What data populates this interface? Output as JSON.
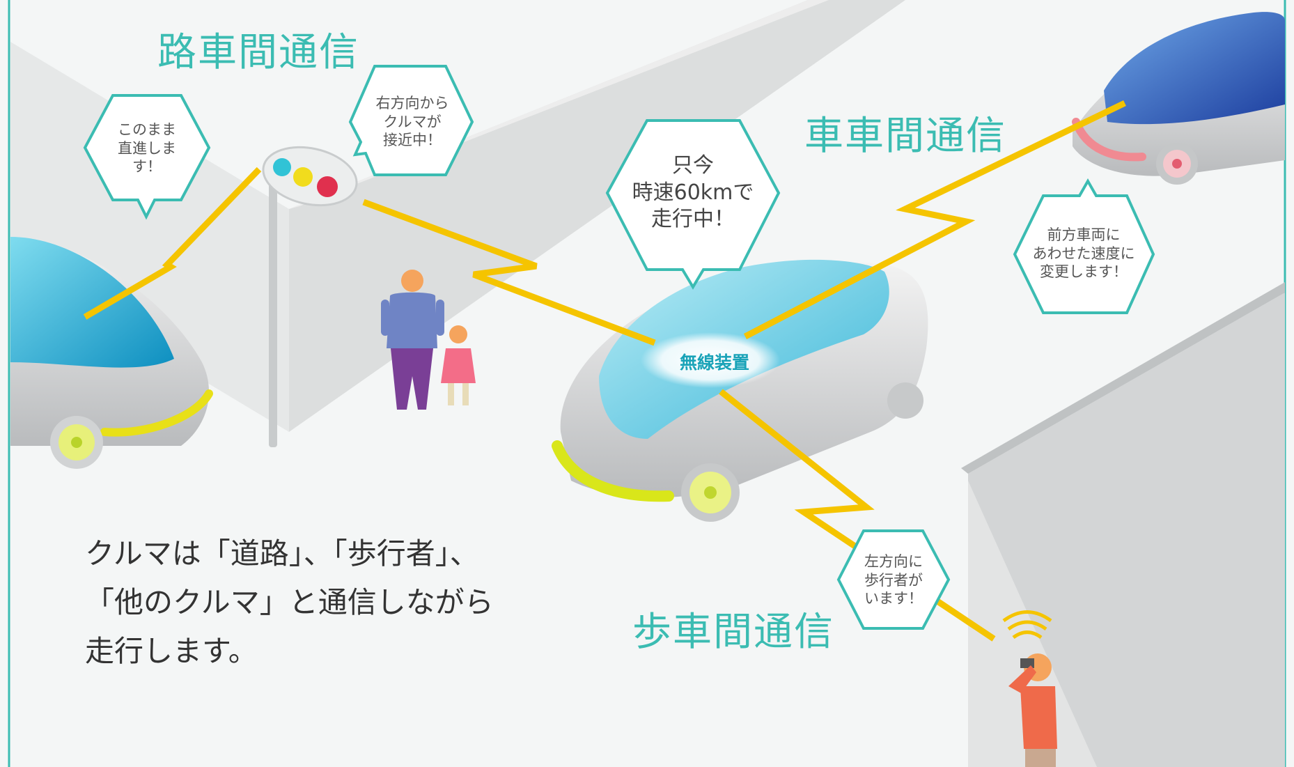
{
  "titles": {
    "road_to_vehicle": "路車間通信",
    "vehicle_to_vehicle": "車車間通信",
    "pedestrian_to_vehicle": "歩車間通信"
  },
  "bubbles": {
    "left_car": [
      "このまま",
      "直進します！"
    ],
    "signal": [
      "右方向から",
      "クルマが",
      "接近中！"
    ],
    "center_car": [
      "只今",
      "時速60kmで",
      "走行中！"
    ],
    "front_car": [
      "前方車両に",
      "あわせた速度に",
      "変更します！"
    ],
    "pedestrian": [
      "左方向に",
      "歩行者が",
      "います！"
    ]
  },
  "device_label": "無線装置",
  "caption": [
    "クルマは「道路」、「歩行者」、",
    "「他のクルマ」と通信しながら",
    "走行します。"
  ],
  "colors": {
    "accent": "#3bbcb2",
    "signal_line": "#f5c400",
    "car_glass": "#1ba3cc",
    "car_body": "#d9dadb"
  }
}
